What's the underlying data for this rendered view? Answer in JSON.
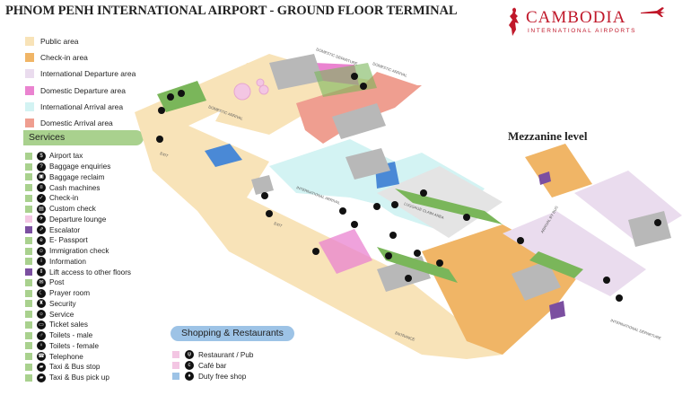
{
  "title": "PHNOM PENH INTERNATIONAL AIRPORT - GROUND FLOOR TERMINAL",
  "logo": {
    "word": "CAMBODIA",
    "sub": "INTERNATIONAL AIRPORTS",
    "color": "#c0182a"
  },
  "areas": [
    {
      "label": "Public area",
      "color": "#f8e3b8"
    },
    {
      "label": "Check-in area",
      "color": "#f0b566"
    },
    {
      "label": "International Departure area",
      "color": "#eadcee"
    },
    {
      "label": "Domestic Departure  area",
      "color": "#ea83d0"
    },
    {
      "label": "International Arrival area",
      "color": "#d3f3f3"
    },
    {
      "label": "Domestic Arrival area",
      "color": "#ef9e90"
    }
  ],
  "services": {
    "header": "Services",
    "items": [
      {
        "label": "Airport tax",
        "icon": "airport-tax-icon",
        "color": "#a9d18e"
      },
      {
        "label": "Baggage enquiries",
        "icon": "baggage-enquiries-icon",
        "color": "#a9d18e"
      },
      {
        "label": "Baggage reclaim",
        "icon": "baggage-reclaim-icon",
        "color": "#a9d18e"
      },
      {
        "label": "Cash machines",
        "icon": "cash-machine-icon",
        "color": "#a9d18e"
      },
      {
        "label": "Check-in",
        "icon": "check-in-icon",
        "color": "#a9d18e"
      },
      {
        "label": "Custom check",
        "icon": "custom-check-icon",
        "color": "#a9d18e"
      },
      {
        "label": "Departure lounge",
        "icon": "departure-lounge-icon",
        "color": "#f3c6e3"
      },
      {
        "label": "Escalator",
        "icon": "escalator-icon",
        "color": "#7b4fa0"
      },
      {
        "label": "E- Passport",
        "icon": "e-passport-icon",
        "color": "#a9d18e"
      },
      {
        "label": "Immigration check",
        "icon": "immigration-check-icon",
        "color": "#a9d18e"
      },
      {
        "label": "Information",
        "icon": "information-icon",
        "color": "#a9d18e"
      },
      {
        "label": "Lift access to other floors",
        "icon": "lift-icon",
        "color": "#7b4fa0"
      },
      {
        "label": "Post",
        "icon": "post-icon",
        "color": "#a9d18e"
      },
      {
        "label": "Prayer room",
        "icon": "prayer-room-icon",
        "color": "#a9d18e"
      },
      {
        "label": "Security",
        "icon": "security-icon",
        "color": "#a9d18e"
      },
      {
        "label": "Service",
        "icon": "service-icon",
        "color": "#a9d18e"
      },
      {
        "label": "Ticket sales",
        "icon": "ticket-sales-icon",
        "color": "#a9d18e"
      },
      {
        "label": "Toilets - male",
        "icon": "toilet-male-icon",
        "color": "#a9d18e"
      },
      {
        "label": "Toilets - female",
        "icon": "toilet-female-icon",
        "color": "#a9d18e"
      },
      {
        "label": "Telephone",
        "icon": "telephone-icon",
        "color": "#a9d18e"
      },
      {
        "label": "Taxi & Bus stop",
        "icon": "taxi-bus-stop-icon",
        "color": "#a9d18e"
      },
      {
        "label": "Taxi & Bus pick up",
        "icon": "taxi-bus-pickup-icon",
        "color": "#a9d18e"
      }
    ]
  },
  "shopping": {
    "header": "Shopping & Restaurants",
    "items": [
      {
        "label": "Restaurant / Pub",
        "icon": "restaurant-icon",
        "color": "#f3c6e3"
      },
      {
        "label": "Café bar",
        "icon": "cafe-icon",
        "color": "#f3c6e3"
      },
      {
        "label": "Duty free shop",
        "icon": "duty-free-icon",
        "color": "#9dc3e6"
      }
    ]
  },
  "mezzanine_title": "Mezzanine level"
}
